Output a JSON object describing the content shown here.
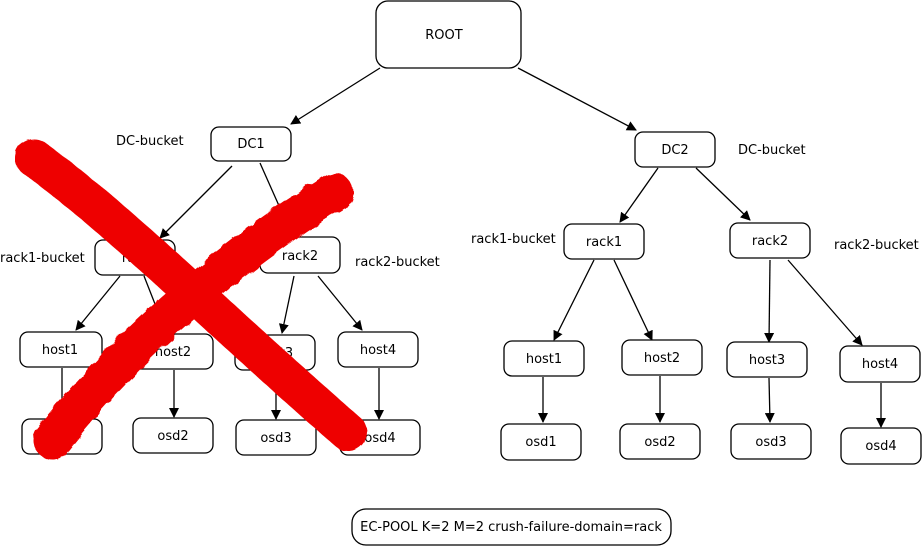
{
  "root": "ROOT",
  "dc1": {
    "label": "DC1",
    "bucket_label": "DC-bucket",
    "rack1": {
      "label": "rack1",
      "bucket_label": "rack1-bucket"
    },
    "rack2": {
      "label": "rack2",
      "bucket_label": "rack2-bucket"
    },
    "hosts": [
      "host1",
      "host2",
      "host3",
      "host4"
    ],
    "osds": [
      "osd1",
      "osd2",
      "osd3",
      "osd4"
    ],
    "crossed_out": true,
    "cross_color": "#ee0000"
  },
  "dc2": {
    "label": "DC2",
    "bucket_label": "DC-bucket",
    "rack1": {
      "label": "rack1",
      "bucket_label": "rack1-bucket"
    },
    "rack2": {
      "label": "rack2",
      "bucket_label": "rack2-bucket"
    },
    "hosts": [
      "host1",
      "host2",
      "host3",
      "host4"
    ],
    "osds": [
      "osd1",
      "osd2",
      "osd3",
      "osd4"
    ]
  },
  "pool_info": "EC-POOL K=2 M=2  crush-failure-domain=rack"
}
